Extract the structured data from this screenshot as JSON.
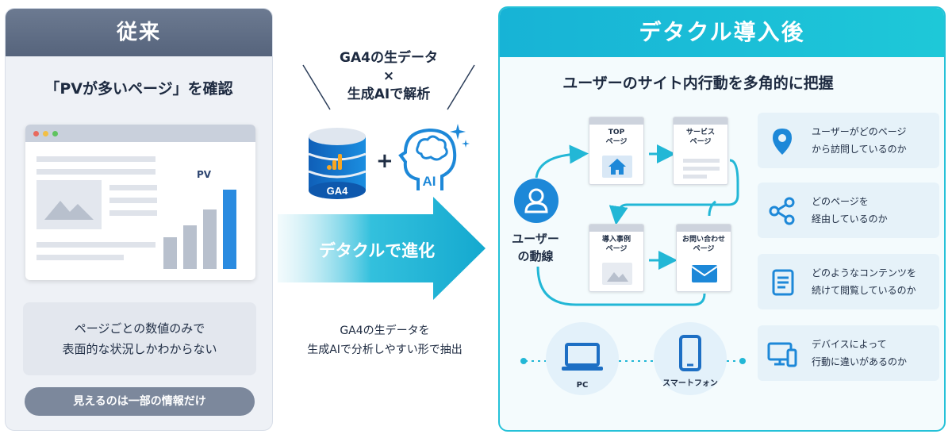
{
  "left": {
    "header": "従来",
    "subtitle": "「PVが多いページ」を確認",
    "pv_label": "PV",
    "desc_line1": "ページごとの数値のみで",
    "desc_line2": "表面的な状況しかわからない",
    "pill": "見えるのは一部の情報だけ",
    "bar_levels": [
      0.4,
      0.55,
      0.75,
      1.0
    ]
  },
  "middle": {
    "top_line1": "GA4の生データ",
    "top_line2": "×",
    "top_line3": "生成AIで解析",
    "db_label": "GA4",
    "ai_label": "AI",
    "arrow_label": "デタクルで進化",
    "bottom_line1": "GA4の生データを",
    "bottom_line2": "生成AIで分析しやすい形で抽出"
  },
  "right": {
    "header": "デタクル導入後",
    "subtitle": "ユーザーのサイト内行動を多角的に把握",
    "user_line1": "ユーザー",
    "user_line2": "の動線",
    "pages": [
      {
        "line1": "TOP",
        "line2": "ページ"
      },
      {
        "line1": "サービス",
        "line2": "ページ"
      },
      {
        "line1": "導入事例",
        "line2": "ページ"
      },
      {
        "line1": "お問い合わせ",
        "line2": "ページ"
      }
    ],
    "devices": {
      "pc": "PC",
      "phone": "スマートフォン"
    },
    "info": [
      {
        "icon": "location-pin-icon",
        "line1": "ユーザーがどのページ",
        "line2": "から訪問しているのか"
      },
      {
        "icon": "share-nodes-icon",
        "line1": "どのページを",
        "line2": "経由しているのか"
      },
      {
        "icon": "document-icon",
        "line1": "どのようなコンテンツを",
        "line2": "続けて閲覧しているのか"
      },
      {
        "icon": "devices-icon",
        "line1": "デバイスによって",
        "line2": "行動に違いがあるのか"
      }
    ]
  },
  "colors": {
    "accent": "#1ec8d8",
    "blue": "#1d88d8",
    "gray_header": "#5f6d85",
    "bar_gray": "#b8c0cd",
    "bar_blue": "#2a8be0"
  }
}
